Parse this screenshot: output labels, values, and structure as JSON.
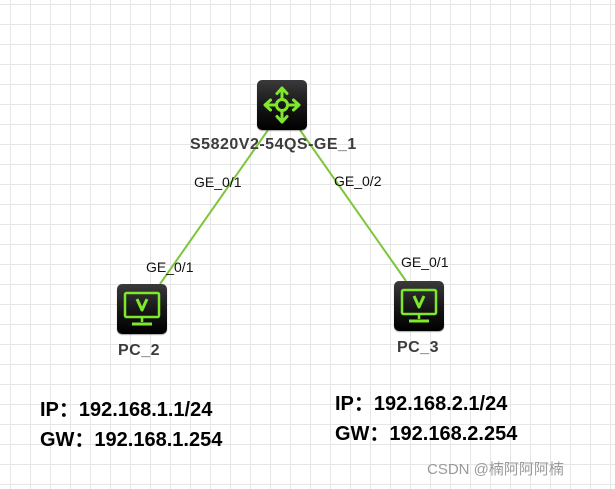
{
  "link_color": "#7dc53a",
  "icon_color": "#7fe82a",
  "devices": {
    "switch": {
      "label": "S5820V2-54QS-GE_1",
      "icon": "switch-arrows-icon",
      "port_left": "GE_0/1",
      "port_right": "GE_0/2"
    },
    "pc2": {
      "label": "PC_2",
      "icon": "monitor-icon",
      "port": "GE_0/1",
      "ip_line": "IP：192.168.1.1/24",
      "gw_line": "GW：192.168.1.254"
    },
    "pc3": {
      "label": "PC_3",
      "icon": "monitor-icon",
      "port": "GE_0/1",
      "ip_line": "IP：192.168.2.1/24",
      "gw_line": "GW：192.168.2.254"
    }
  },
  "watermark": "CSDN @楠阿阿阿楠"
}
